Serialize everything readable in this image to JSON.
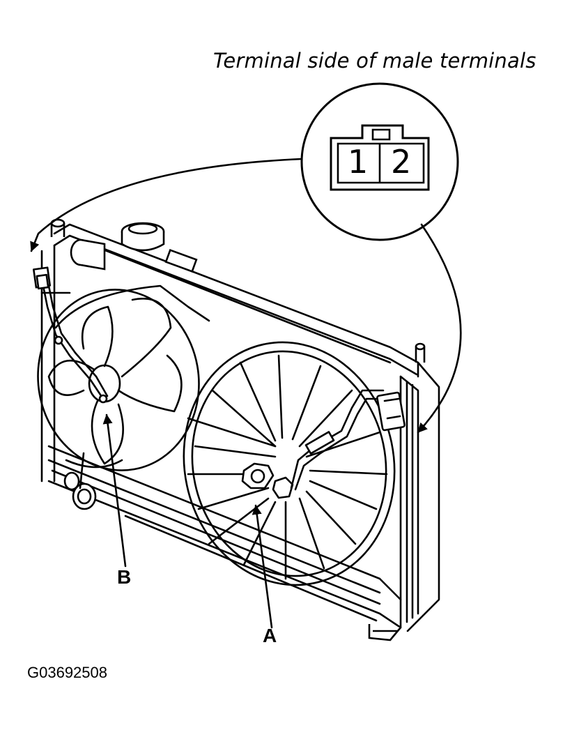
{
  "caption": "Terminal side of male terminals",
  "connector": {
    "pin_1": "1",
    "pin_2": "2"
  },
  "callouts": {
    "a": "A",
    "b": "B"
  },
  "figure_id": "G03692508",
  "colors": {
    "ink": "#000000",
    "paper": "#ffffff"
  }
}
